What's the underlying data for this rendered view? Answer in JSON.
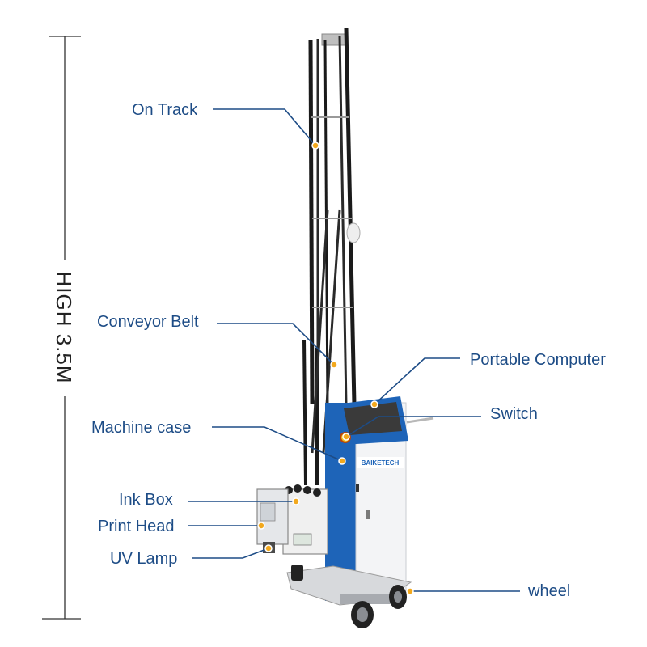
{
  "height_label": "HIGH 3.5M",
  "brand": "BAIKETECH",
  "labels": {
    "on_track": "On Track",
    "conveyor_belt": "Conveyor Belt",
    "portable_computer": "Portable Computer",
    "switch": "Switch",
    "machine_case": "Machine case",
    "ink_box": "Ink Box",
    "print_head": "Print Head",
    "uv_lamp": "UV Lamp",
    "wheel": "wheel"
  },
  "colors": {
    "label_blue": "#1d4c86",
    "cabinet_blue": "#1e64b8",
    "marker_orange": "#f2a81d"
  }
}
